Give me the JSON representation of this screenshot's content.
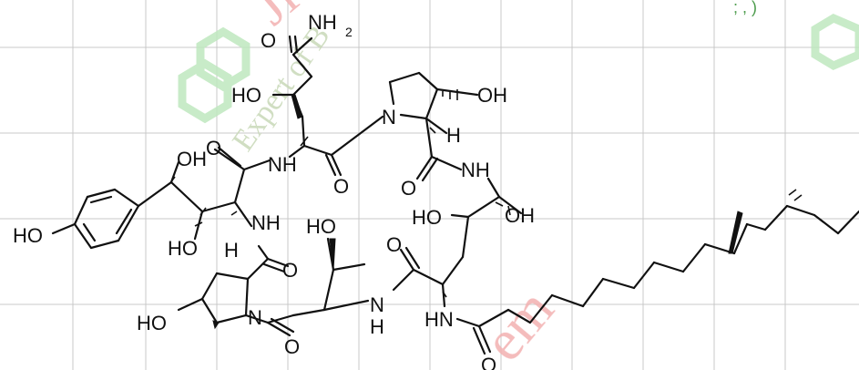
{
  "colors": {
    "background": "#ffffff",
    "grid": "#c8c8c8",
    "bond": "#111111",
    "watermark_red": "#f3b0b0",
    "watermark_green": "#bfe8bf",
    "watermark_olive": "#c8d8b8",
    "corner_mark": "#2e8b2e"
  },
  "watermark": {
    "brand": "Ji",
    "tagline_1": "Expert of B",
    "tagline_2": "em"
  },
  "corner_mark": "; , )",
  "molecule": {
    "atoms": {
      "nh2": "NH",
      "nh2_sub": "2",
      "o_amide_top": "O",
      "ho_1": "HO",
      "oh_pyrrolidine": "OH",
      "n_pyrrolidine": "N",
      "h_pyrrolidine": "H",
      "nh_1": "NH",
      "o_carbonyl_1": "O",
      "oh_2": "OH",
      "nh_2": "NH",
      "o_carbonyl_2": "O",
      "ho_3": "HO",
      "oh_4": "OH",
      "ho_phenol": "HO",
      "ho_5": "HO",
      "nh_3": "NH",
      "h_proline": "H",
      "o_carbonyl_3": "O",
      "ho_6": "HO",
      "o_carbonyl_4": "O",
      "ho_hydroxyproline": "HO",
      "n_proline": "N",
      "o_carbonyl_5": "O",
      "nh_4": "N",
      "nh_4_h": "H",
      "nh_5": "HN",
      "o_carbonyl_6": "O"
    }
  }
}
